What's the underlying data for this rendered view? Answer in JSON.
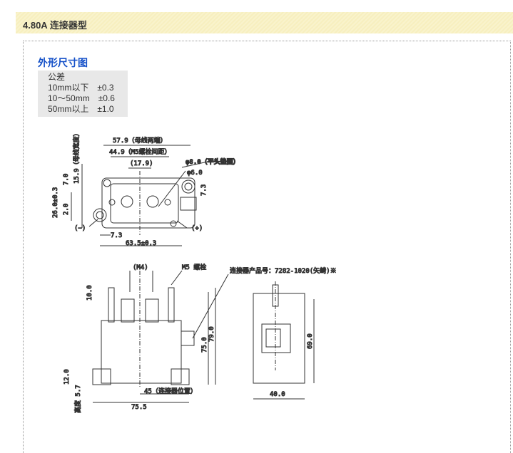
{
  "header": {
    "title": "4.80A 连接器型"
  },
  "section": {
    "title": "外形尺寸图"
  },
  "tolerance": {
    "label": "公差",
    "rows": [
      "10mm以下　±0.3",
      "10～50mm　±0.6",
      "50mm以上　±1.0"
    ]
  },
  "top_view": {
    "d1": "57.9（母线两端）",
    "d2": "44.9（M5螺栓间距）",
    "d3": "(17.9)",
    "d4": "φ8.0（平头垫圈）",
    "d5": "φ6.0",
    "d6": "7.3",
    "d7": "15.9（母线宽度）",
    "d8": "7.0",
    "d9": "26.0±0.3",
    "d10": "2.0",
    "minus": "(−)",
    "plus": "(+)",
    "d11": "7.3",
    "d12": "63.5±0.3"
  },
  "front_view": {
    "m4": "(M4)",
    "m5": "M5 螺栓",
    "connector": "连接器产品号：7282-1020(矢崎)※",
    "d1": "10.0",
    "d2": "75.0",
    "d3": "79.0",
    "d4": "12.0",
    "d5": "高度 5.7",
    "d6": "45（连接器位置）",
    "d7": "75.5"
  },
  "side_view": {
    "d1": "69.0",
    "d2": "40.0"
  }
}
